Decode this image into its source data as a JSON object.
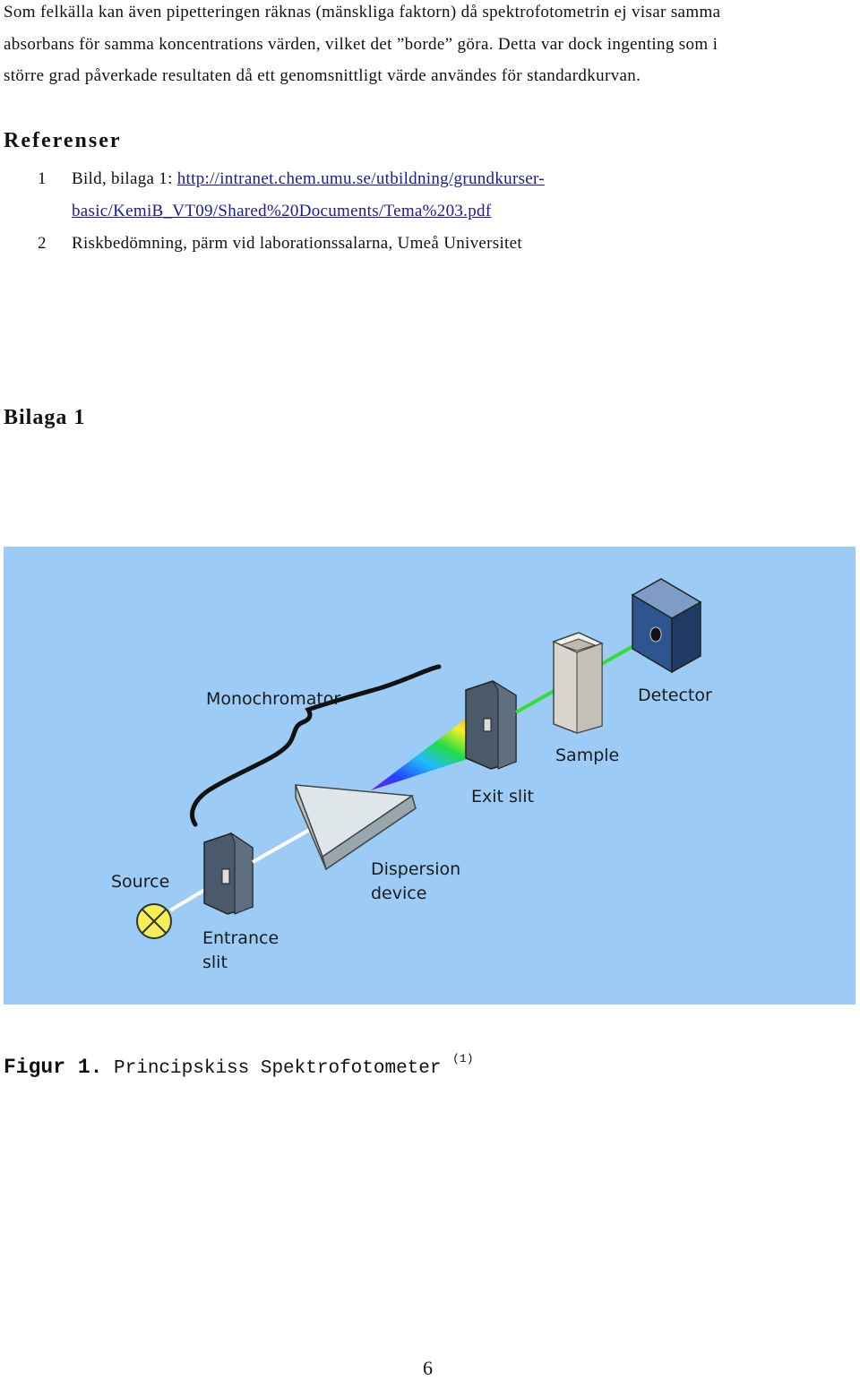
{
  "intro": {
    "line1": "Som felkälla kan även pipetteringen räknas (mänskliga faktorn) då spektrofotometrin ej visar samma",
    "line2": "absorbans för samma koncentrations värden, vilket det ”borde” göra. Detta var dock ingenting som i",
    "line3": "större grad påverkade resultaten då ett genomsnittligt värde användes för standardkurvan."
  },
  "references": {
    "heading": "Referenser",
    "items": [
      {
        "number": "1",
        "prefix": "Bild, bilaga 1: ",
        "link_line1": "http://intranet.chem.umu.se/utbildning/grundkurser-",
        "link_line2": "basic/KemiB_VT09/Shared%20Documents/Tema%203.pdf"
      },
      {
        "number": "2",
        "text": "Riskbedömning, pärm vid laborationssalarna, Umeå Universitet"
      }
    ]
  },
  "appendix": {
    "heading": "Bilaga 1"
  },
  "figure": {
    "background_color": "#9cccf6",
    "labels": {
      "monochromator": "Monochromator",
      "detector": "Detector",
      "sample": "Sample",
      "exit_slit": "Exit slit",
      "source": "Source",
      "dispersion_line1": "Dispersion",
      "dispersion_line2": "device",
      "entrance_line1": "Entrance",
      "entrance_line2": "slit"
    },
    "beam_colors": {
      "white": "#ffffff",
      "green": "#33dd33"
    }
  },
  "caption": {
    "label": "Figur 1.",
    "text": " Principskiss Spektrofotometer",
    "ref": "(1)"
  },
  "page_number": "6"
}
